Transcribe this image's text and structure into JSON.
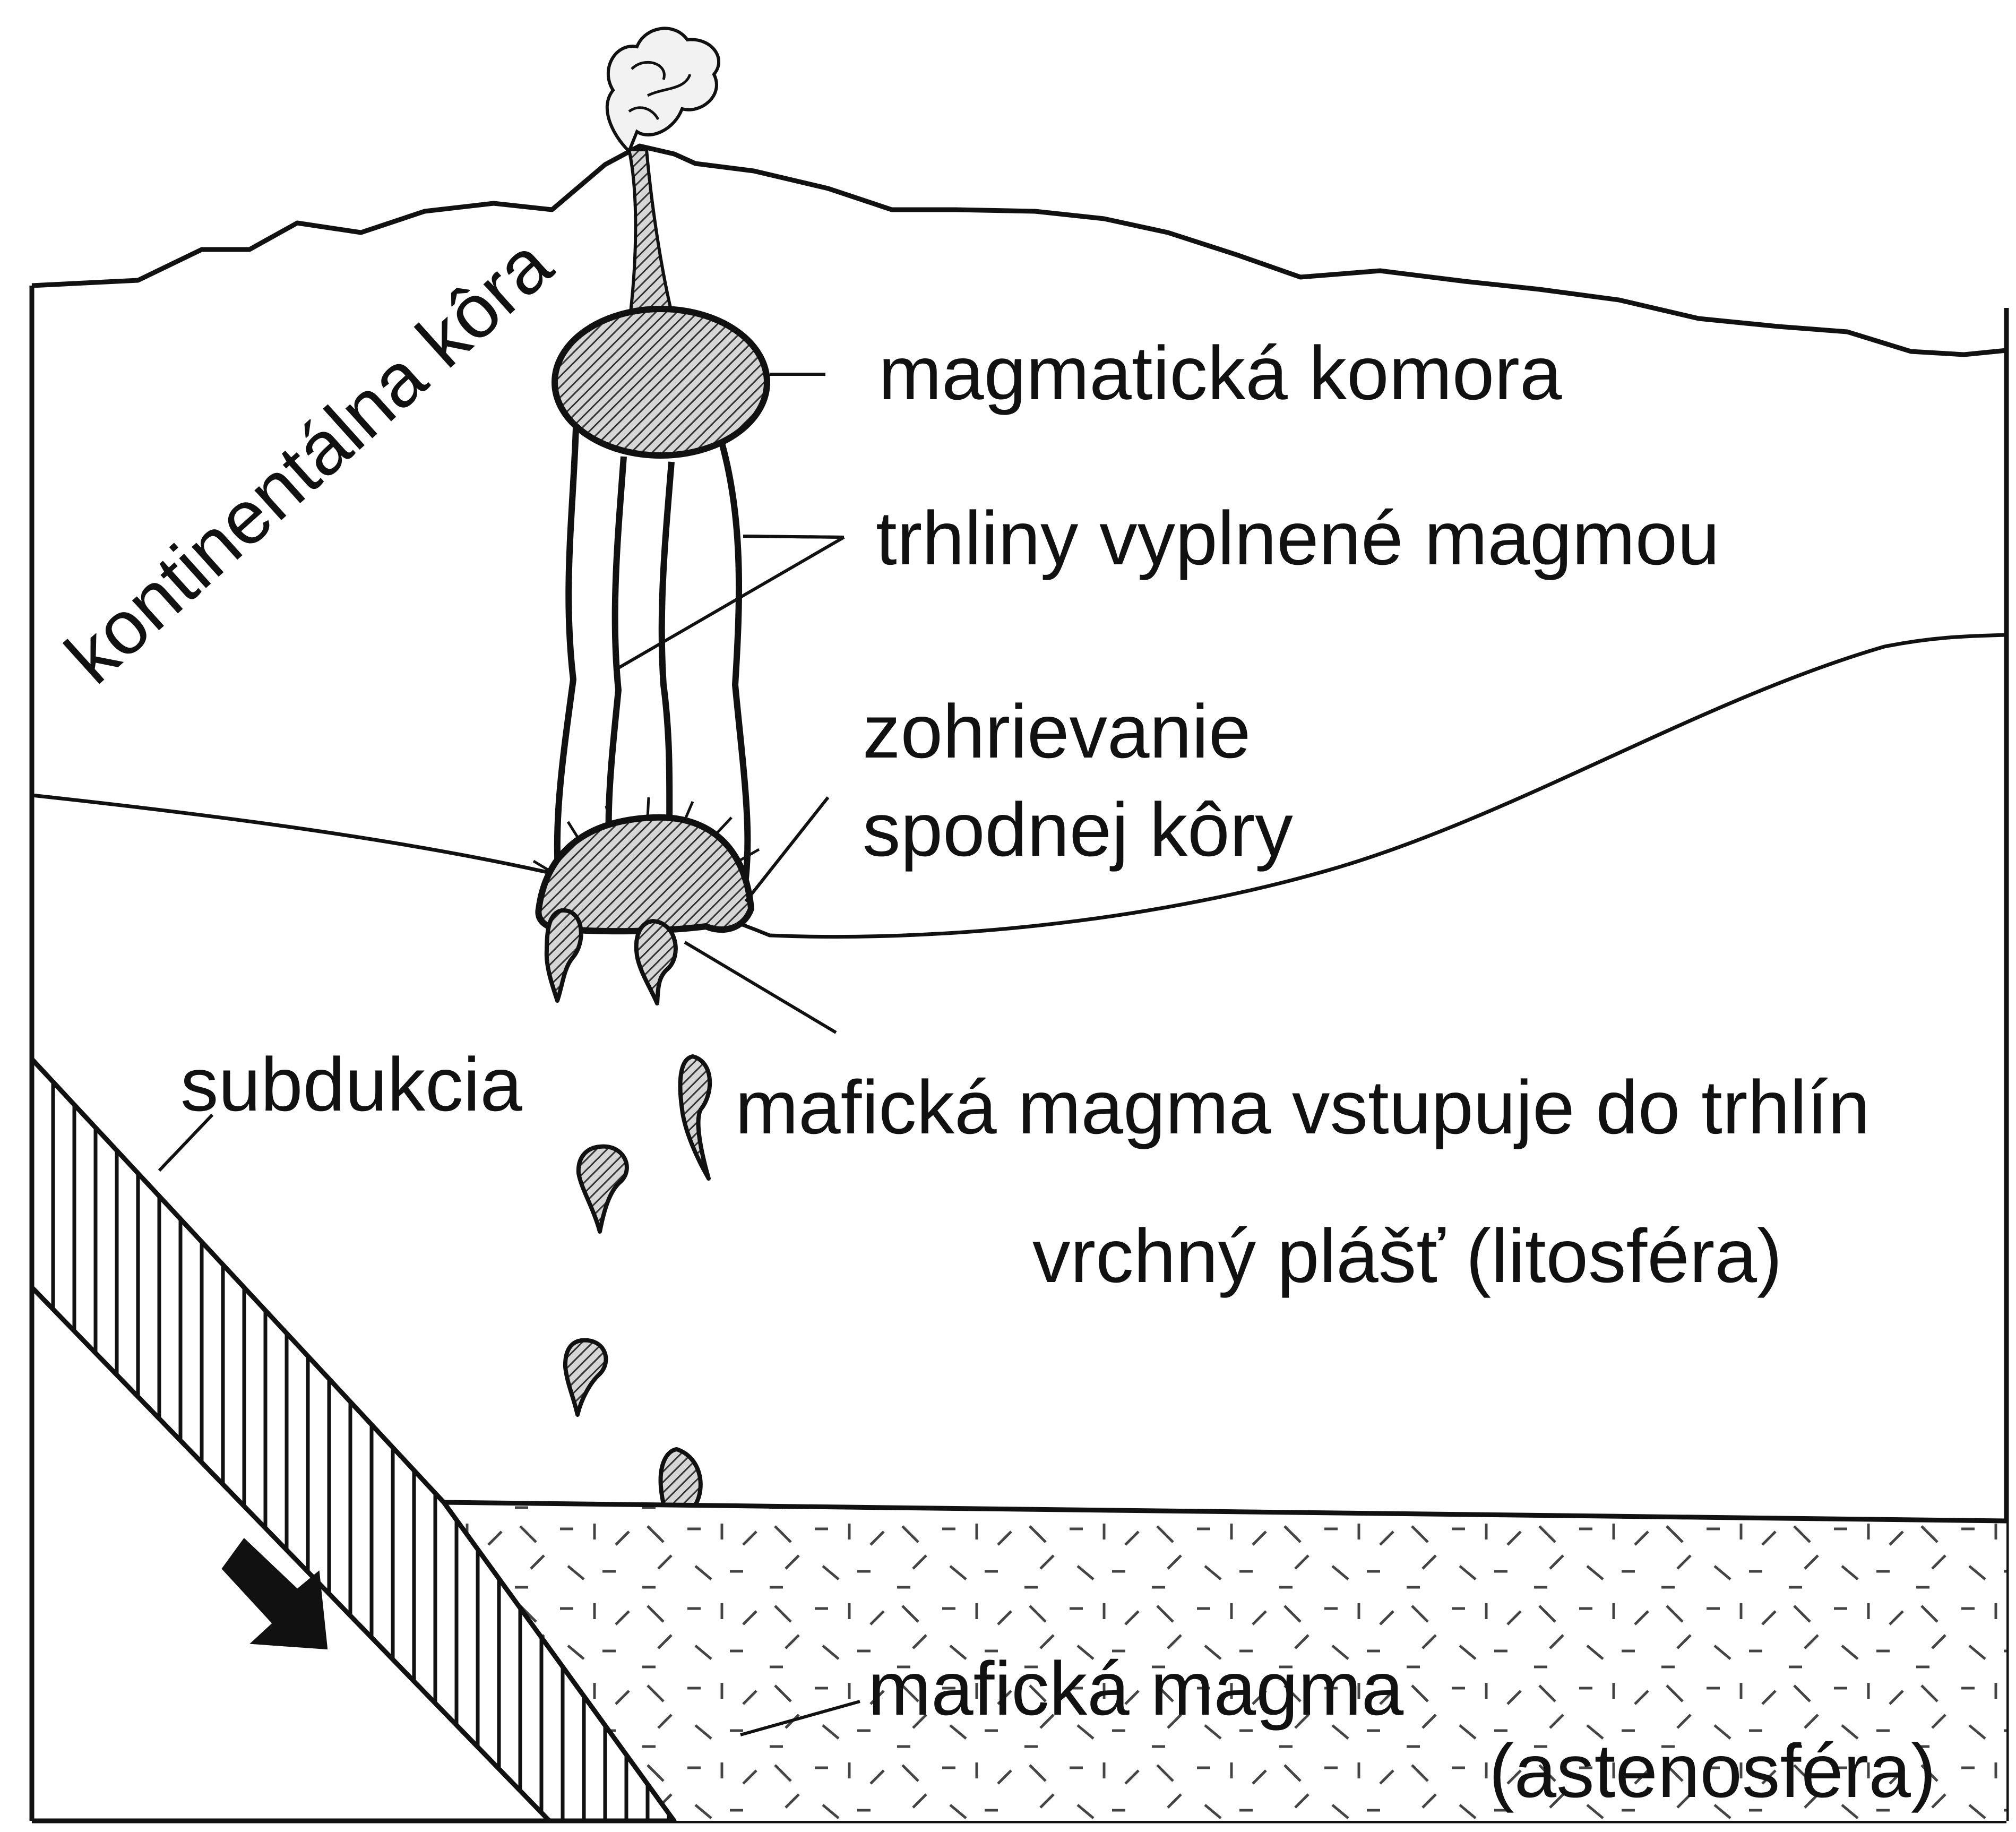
{
  "labels": {
    "continental_crust": "kontinentálna kôra",
    "magma_chamber": "magmatická komora",
    "magma_filled_cracks": "trhliny vyplnené magmou",
    "heating_line1": "zohrievanie",
    "heating_line2": "spodnej kôry",
    "subduction": "subdukcia",
    "mafic_magma_enters": "mafická magma vstupuje do trhlín",
    "upper_mantle": "vrchný plášť (litosféra)",
    "mafic_magma": "mafická magma",
    "asthenosphere": "(astenosféra)"
  },
  "colors": {
    "ink": "#111111",
    "background": "#ffffff",
    "hatch_fill": "#9a9a9a"
  }
}
